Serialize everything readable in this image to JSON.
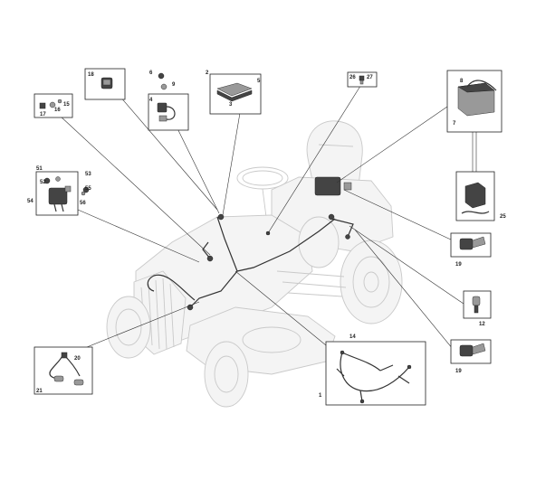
{
  "diagram": {
    "callouts": {
      "c1": "1",
      "c2": "2",
      "c3": "3",
      "c4": "4",
      "c5": "5",
      "c6": "6",
      "c7": "7",
      "c8": "8",
      "c9": "9",
      "c12": "12",
      "c14": "14",
      "c15": "15",
      "c16": "16",
      "c17": "17",
      "c18": "18",
      "c19a": "19",
      "c19b": "19",
      "c20": "20",
      "c21": "21",
      "c25": "25",
      "c26": "26",
      "c27": "27",
      "c51": "51",
      "c52": "52",
      "c53": "53",
      "c54": "54",
      "c55": "55",
      "c56": "56"
    }
  }
}
